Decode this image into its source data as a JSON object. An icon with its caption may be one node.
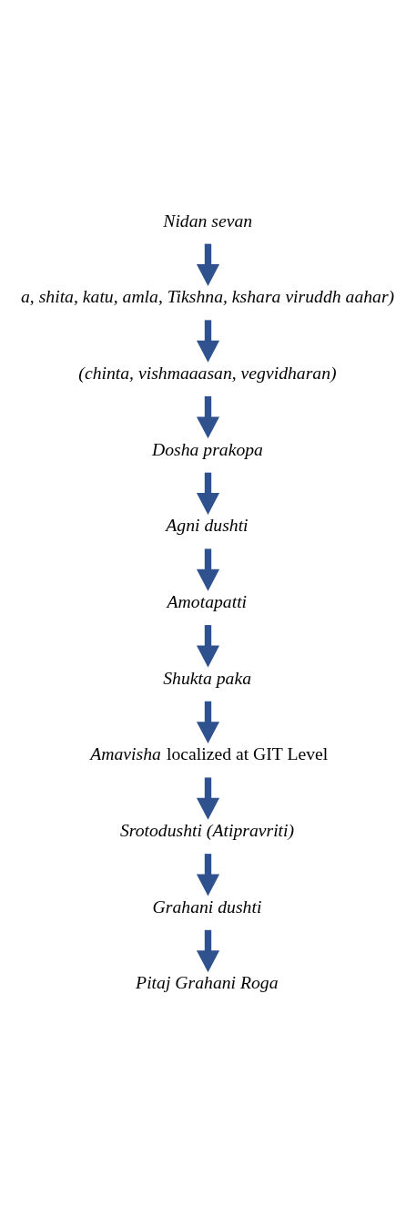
{
  "diagram": {
    "nodes": [
      {
        "text": [
          "Nidan sevan"
        ]
      },
      {
        "text": [
          "a, shita, katu, amla, Tikshna, kshara viruddh aahar)"
        ]
      },
      {
        "text": [
          "(chinta, vishmaaasan, vegvidharan)"
        ]
      },
      {
        "text": [
          "Dosha prakopa"
        ]
      },
      {
        "text": [
          "Agni dushti"
        ]
      },
      {
        "text": [
          "Amotapatti"
        ]
      },
      {
        "text": [
          "Shukta paka"
        ]
      },
      {
        "text": [
          "*Amavisha* localized at GIT Level"
        ]
      },
      {
        "text": [
          "Srotodushti (Atipravriti)"
        ]
      },
      {
        "text": [
          "Grahani dushti"
        ]
      },
      {
        "text": [
          "Pitaj Grahani Roga"
        ]
      }
    ],
    "edges": [
      {
        "from": 0,
        "to": 1,
        "arrow": "to"
      },
      {
        "from": 1,
        "to": 2,
        "arrow": "to"
      },
      {
        "from": 2,
        "to": 3,
        "arrow": "to"
      },
      {
        "from": 3,
        "to": 4,
        "arrow": "to"
      },
      {
        "from": 4,
        "to": 5,
        "arrow": "to"
      },
      {
        "from": 5,
        "to": 6,
        "arrow": "to"
      },
      {
        "from": 6,
        "to": 7,
        "arrow": "to"
      },
      {
        "from": 7,
        "to": 8,
        "arrow": "to"
      },
      {
        "from": 8,
        "to": 9,
        "arrow": "to"
      },
      {
        "from": 9,
        "to": 10,
        "arrow": "to"
      }
    ]
  }
}
